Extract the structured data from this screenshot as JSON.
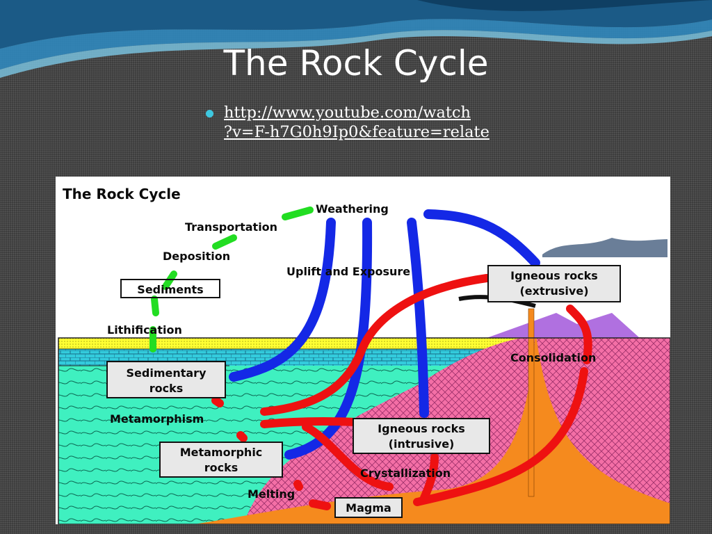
{
  "slide": {
    "title": "The Rock Cycle",
    "link_line1": "http://www.youtube.com/watch",
    "link_line2": "?v=F-h7G0h9Ip0&feature=relate"
  },
  "diagram": {
    "title": "The Rock Cycle",
    "labels": {
      "weathering": "Weathering",
      "transportation": "Transportation",
      "deposition": "Deposition",
      "sediments": "Sediments",
      "lithification": "Lithification",
      "uplift": "Uplift and Exposure",
      "igneous_extrusive_1": "Igneous rocks",
      "igneous_extrusive_2": "(extrusive)",
      "consolidation": "Consolidation",
      "sedimentary_1": "Sedimentary",
      "sedimentary_2": "rocks",
      "metamorphism": "Metamorphism",
      "igneous_intrusive_1": "Igneous rocks",
      "igneous_intrusive_2": "(intrusive)",
      "metamorphic_1": "Metamorphic",
      "metamorphic_2": "rocks",
      "crystallization": "Crystallization",
      "melting": "Melting",
      "magma": "Magma"
    }
  },
  "colors": {
    "accent": "#3ec8e0",
    "green_arrow": "#22dd22",
    "blue_arrow": "#1428e6",
    "red_arrow": "#ee1111",
    "metamorphic_layer": "#3ff0c0",
    "igneous_layer": "#f46fa6",
    "magma": "#f58a1e",
    "sand_layer": "#ffff33",
    "limestone_layer": "#33ccdd"
  }
}
